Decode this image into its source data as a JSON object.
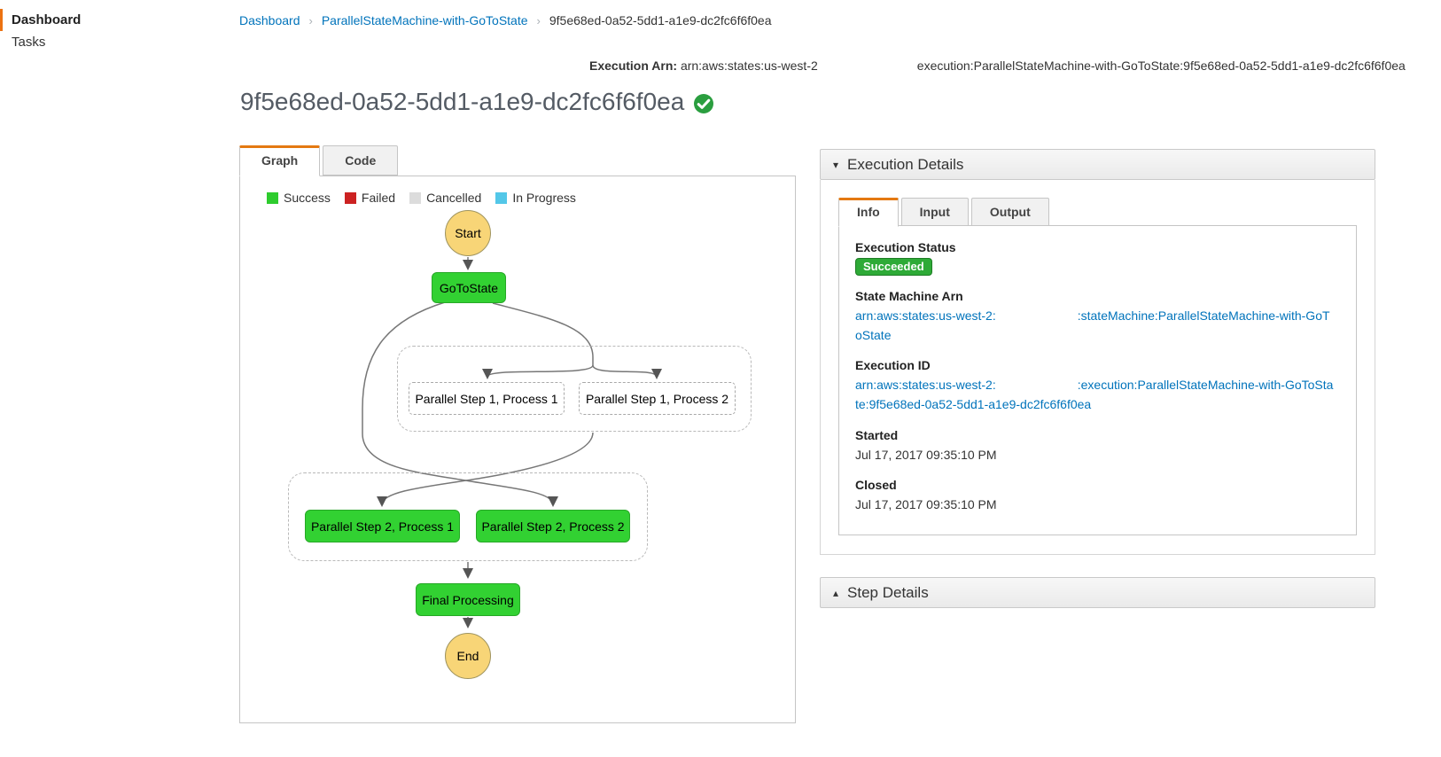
{
  "sidebar": {
    "items": [
      {
        "label": "Dashboard",
        "active": true
      },
      {
        "label": "Tasks",
        "active": false
      }
    ]
  },
  "breadcrumb": {
    "separator": "›",
    "items": [
      {
        "label": "Dashboard",
        "link": true
      },
      {
        "label": "ParallelStateMachine-with-GoToState",
        "link": true
      },
      {
        "label": "9f5e68ed-0a52-5dd1-a1e9-dc2fc6f6f0ea",
        "link": false
      }
    ]
  },
  "execution_arn_bar": {
    "label": "Execution Arn:",
    "arn_prefix": "arn:aws:states:us-west-2",
    "arn_suffix": "execution:ParallelStateMachine-with-GoToState:9f5e68ed-0a52-5dd1-a1e9-dc2fc6f6f0ea"
  },
  "page": {
    "title": "9f5e68ed-0a52-5dd1-a1e9-dc2fc6f6f0ea",
    "status_icon": "check-circle-success"
  },
  "graph_tabs": {
    "graph": "Graph",
    "code": "Code"
  },
  "legend": {
    "items": [
      {
        "label": "Success",
        "color": "#2ecc2e"
      },
      {
        "label": "Failed",
        "color": "#cc2222"
      },
      {
        "label": "Cancelled",
        "color": "#dcdcdc"
      },
      {
        "label": "In Progress",
        "color": "#53c7e8"
      }
    ]
  },
  "graph": {
    "nodes": [
      {
        "id": "start",
        "label": "Start",
        "shape": "circle",
        "status": "start"
      },
      {
        "id": "gotostate",
        "label": "GoToState",
        "shape": "rect",
        "status": "success"
      },
      {
        "id": "p1p1",
        "label": "Parallel Step 1, Process 1",
        "shape": "rect",
        "status": "not-executed"
      },
      {
        "id": "p1p2",
        "label": "Parallel Step 1, Process 2",
        "shape": "rect",
        "status": "not-executed"
      },
      {
        "id": "p2p1",
        "label": "Parallel Step 2, Process 1",
        "shape": "rect",
        "status": "success"
      },
      {
        "id": "p2p2",
        "label": "Parallel Step 2, Process 2",
        "shape": "rect",
        "status": "success"
      },
      {
        "id": "final",
        "label": "Final Processing",
        "shape": "rect",
        "status": "success"
      },
      {
        "id": "end",
        "label": "End",
        "shape": "circle",
        "status": "end"
      }
    ]
  },
  "execution_details": {
    "title": "Execution Details",
    "tabs": [
      "Info",
      "Input",
      "Output"
    ],
    "active_tab": "Info",
    "info": {
      "execution_status_label": "Execution Status",
      "status_badge": "Succeeded",
      "state_machine_arn_label": "State Machine Arn",
      "state_machine_arn_prefix": "arn:aws:states:us-west-2:",
      "state_machine_arn_suffix": ":stateMachine:ParallelStateMachine-with-GoToState",
      "execution_id_label": "Execution ID",
      "execution_id_prefix": "arn:aws:states:us-west-2:",
      "execution_id_suffix": ":execution:ParallelStateMachine-with-GoToState:9f5e68ed-0a52-5dd1-a1e9-dc2fc6f6f0ea",
      "started_label": "Started",
      "started_value": "Jul 17, 2017 09:35:10 PM",
      "closed_label": "Closed",
      "closed_value": "Jul 17, 2017 09:35:10 PM"
    }
  },
  "step_details": {
    "title": "Step Details"
  },
  "colors": {
    "accent_orange": "#ec7211",
    "link_blue": "#0073bb",
    "success_green": "#32d132",
    "failed_red": "#cc2222",
    "cancelled_gray": "#dcdcdc",
    "in_progress_blue": "#53c7e8",
    "badge_green": "#2eaa37",
    "terminal_yellow": "#f8d577"
  }
}
